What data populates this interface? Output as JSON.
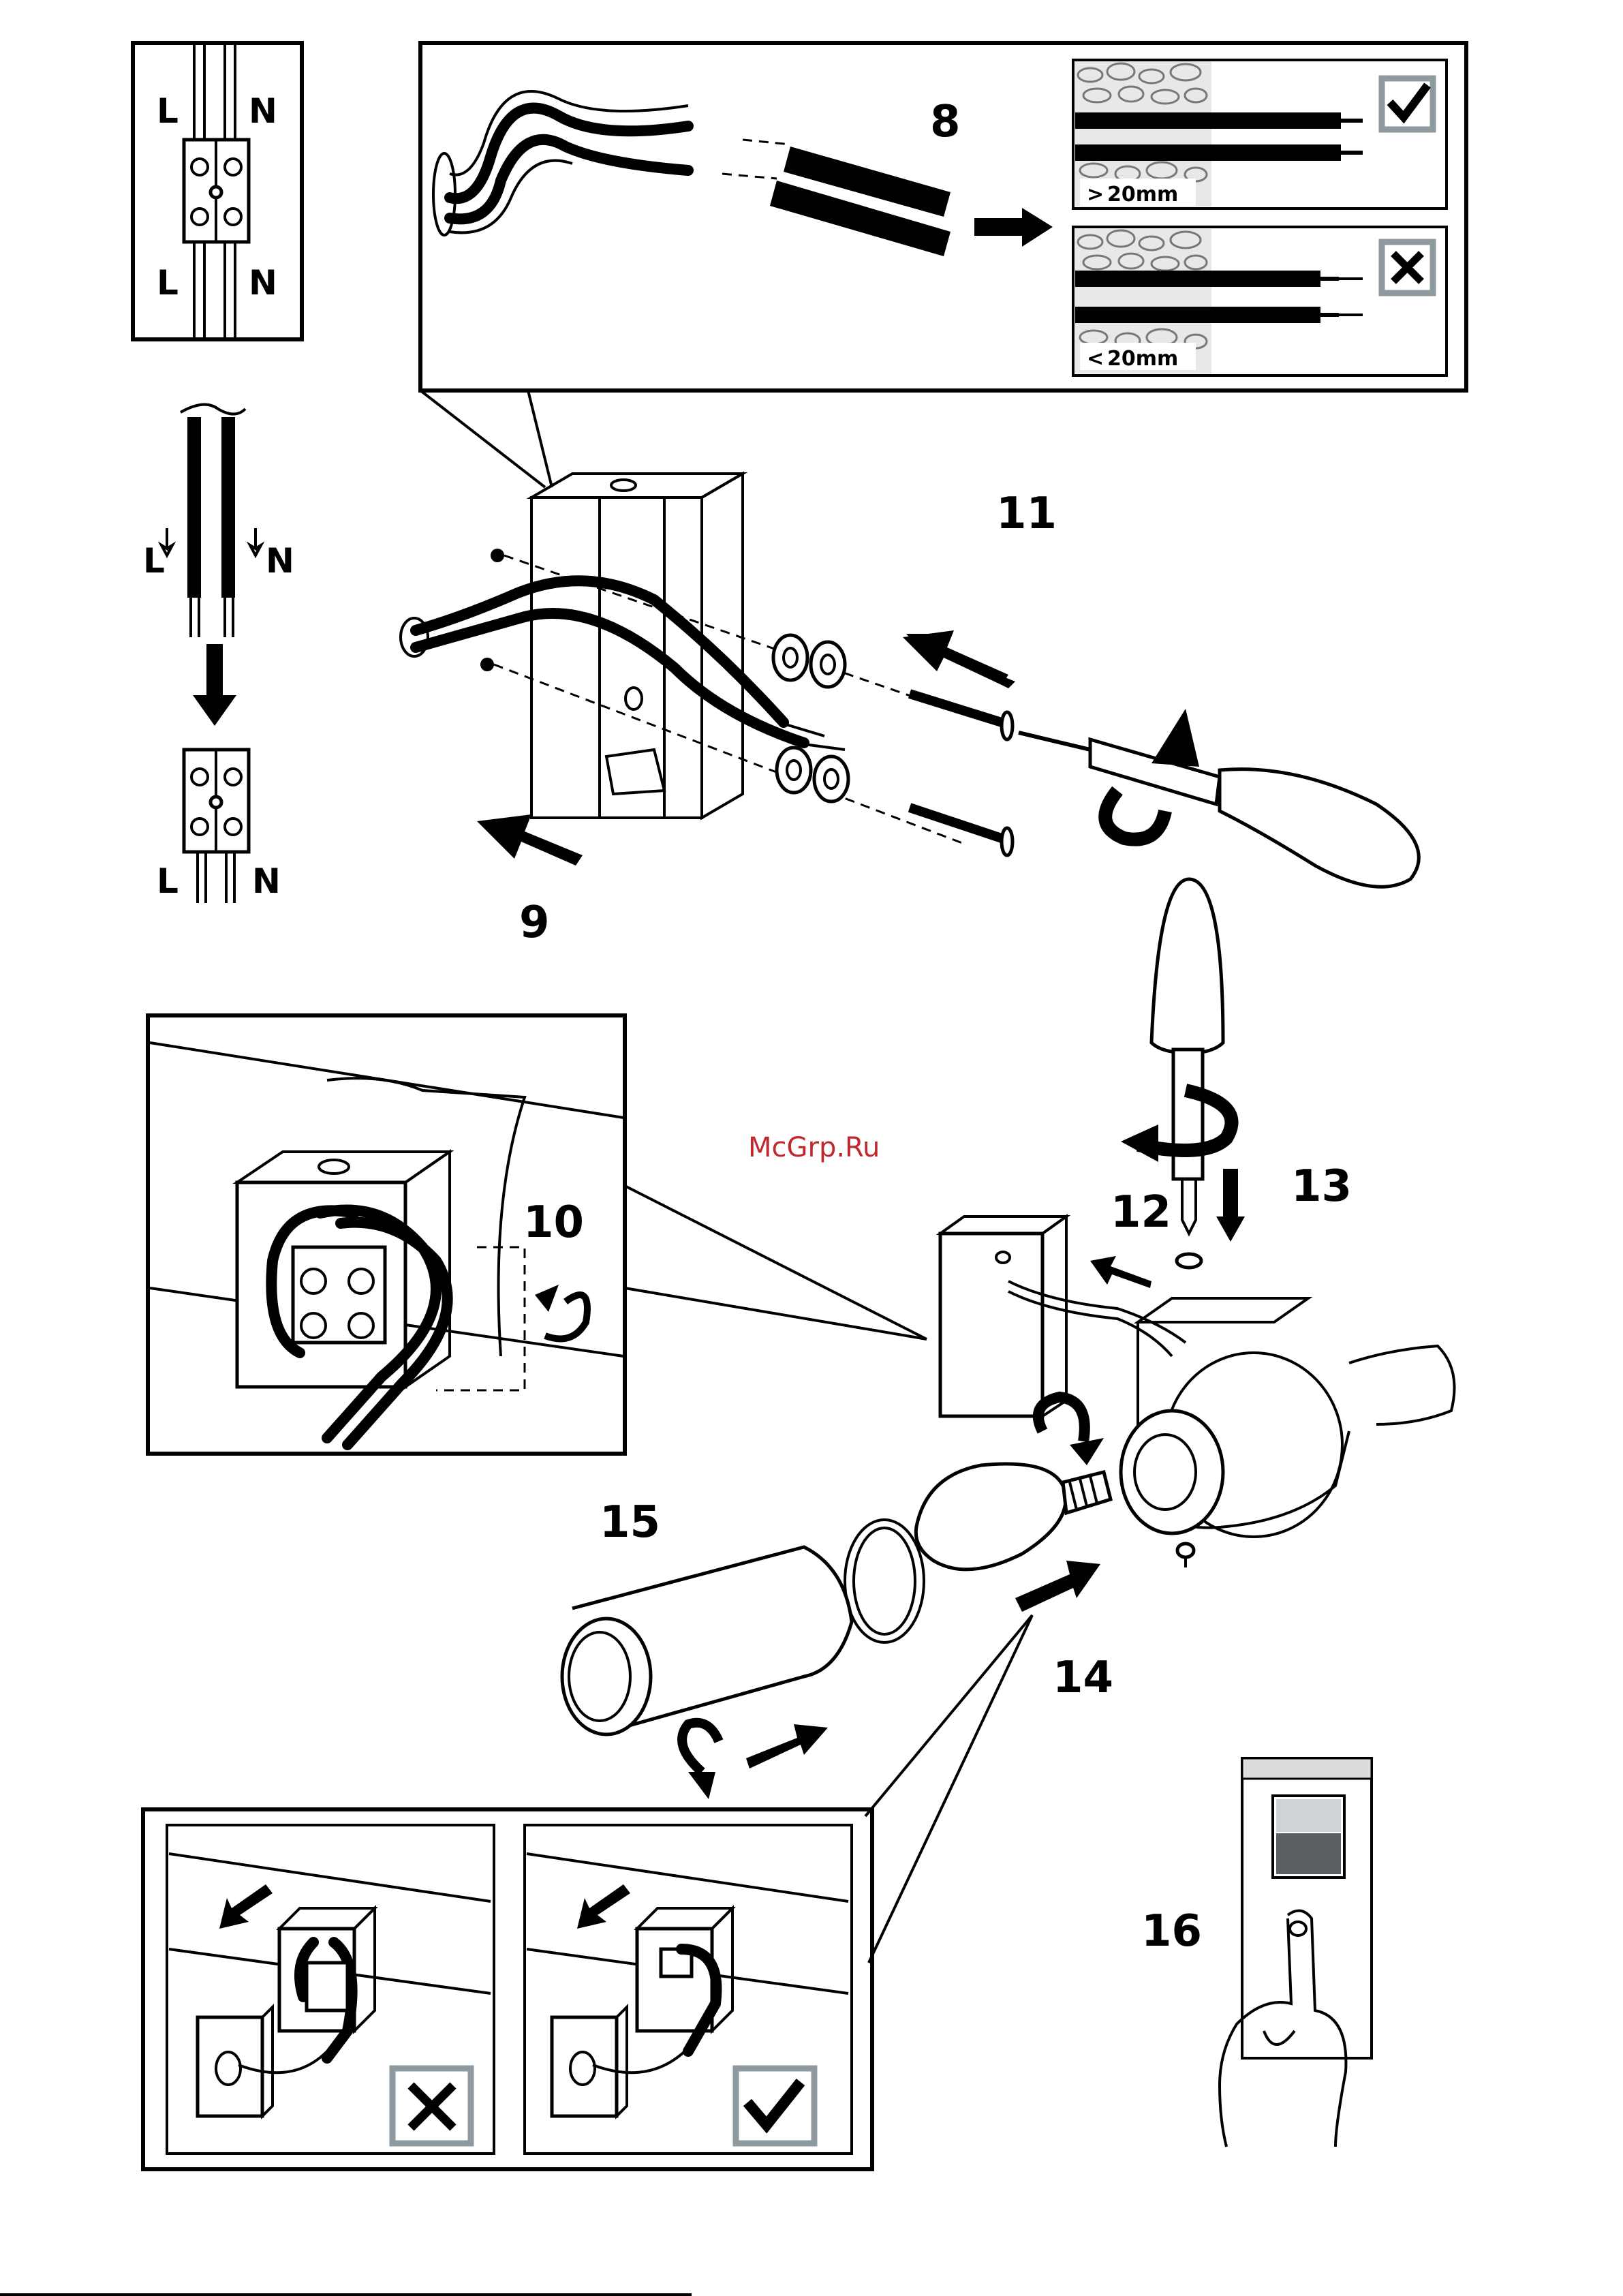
{
  "diagram": {
    "steps": [
      "8",
      "9",
      "10",
      "11",
      "12",
      "13",
      "14",
      "15",
      "16"
    ],
    "wire_labels": {
      "live": "L",
      "neutral": "N"
    },
    "strip_length_ok": "20mm",
    "strip_length_bad": "20mm",
    "compare_ok": ">",
    "compare_bad": "<",
    "watermark": "McGrp.Ru",
    "icons": {
      "correct": "check-icon",
      "wrong": "cross-icon",
      "rotate": "rotate-arrow-icon",
      "push": "direction-arrow-icon"
    },
    "colors": {
      "line": "#000000",
      "indicator_frame": "#8e9aa0",
      "watermark": "#c0282d"
    }
  }
}
